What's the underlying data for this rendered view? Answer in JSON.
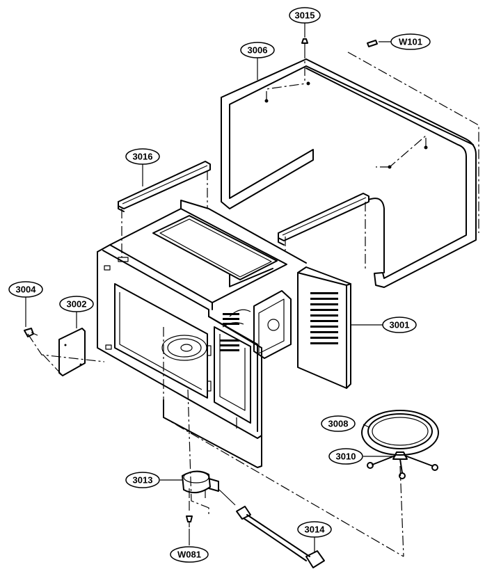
{
  "callouts": {
    "c3015": "3015",
    "w101": "W101",
    "c3006": "3006",
    "c3016": "3016",
    "c3004": "3004",
    "c3002": "3002",
    "c3001": "3001",
    "c3008": "3008",
    "c3010": "3010",
    "c3013": "3013",
    "c3014": "3014",
    "w081": "W081"
  }
}
